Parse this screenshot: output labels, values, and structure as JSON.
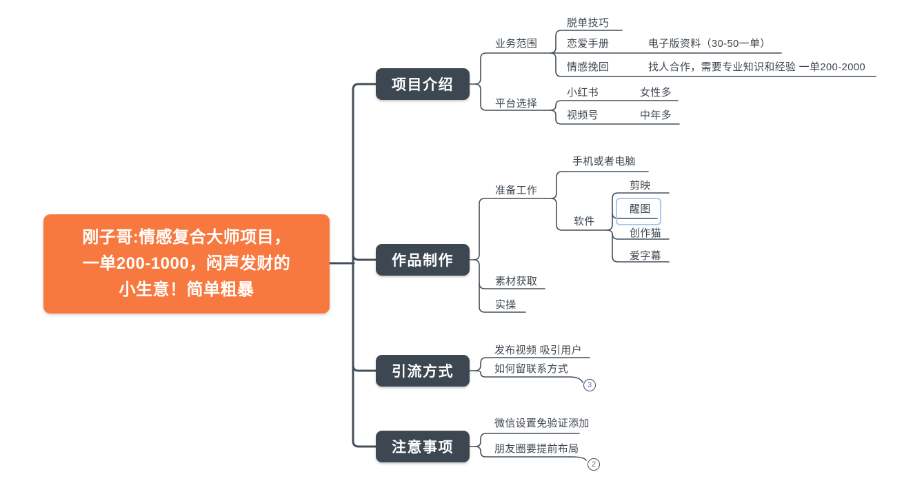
{
  "palette": {
    "root_bg": "#f87940",
    "root_text": "#ffffff",
    "topic_bg": "#3d4751",
    "topic_text": "#ffffff",
    "line_color": "#434e59",
    "label_text": "#3f474f",
    "selection": "#a9c9ec",
    "badge_num": "#4a7ab0",
    "canvas_bg": "#ffffff"
  },
  "mindmap": {
    "root": {
      "label": "刚子哥:情感复合大师项目，\n一单200-1000，闷声发财的\n小生意！简单粗暴"
    },
    "branches": [
      {
        "label": "项目介绍",
        "children": [
          {
            "label": "业务范围",
            "children": [
              {
                "label": "脱单技巧"
              },
              {
                "label": "恋爱手册",
                "children": [
                  {
                    "label": "电子版资料（30-50一单）"
                  }
                ]
              },
              {
                "label": "情感挽回",
                "children": [
                  {
                    "label": "找人合作，需要专业知识和经验 一单200-2000"
                  }
                ]
              }
            ]
          },
          {
            "label": "平台选择",
            "children": [
              {
                "label": "小红书",
                "children": [
                  {
                    "label": "女性多"
                  }
                ]
              },
              {
                "label": "视频号",
                "children": [
                  {
                    "label": "中年多"
                  }
                ]
              }
            ]
          }
        ]
      },
      {
        "label": "作品制作",
        "children": [
          {
            "label": "准备工作",
            "children": [
              {
                "label": "手机或者电脑"
              },
              {
                "label": "软件",
                "children": [
                  {
                    "label": "剪映"
                  },
                  {
                    "label": "醒图",
                    "selected": true
                  },
                  {
                    "label": "创作猫"
                  },
                  {
                    "label": "爱字幕"
                  }
                ]
              }
            ]
          },
          {
            "label": "素材获取"
          },
          {
            "label": "实操"
          }
        ]
      },
      {
        "label": "引流方式",
        "children": [
          {
            "label": "发布视频 吸引用户"
          },
          {
            "label": "如何留联系方式",
            "collapse_count": "3"
          }
        ]
      },
      {
        "label": "注意事项",
        "children": [
          {
            "label": "微信设置免验证添加"
          },
          {
            "label": "朋友圈要提前布局",
            "collapse_count": "2"
          }
        ]
      }
    ]
  }
}
